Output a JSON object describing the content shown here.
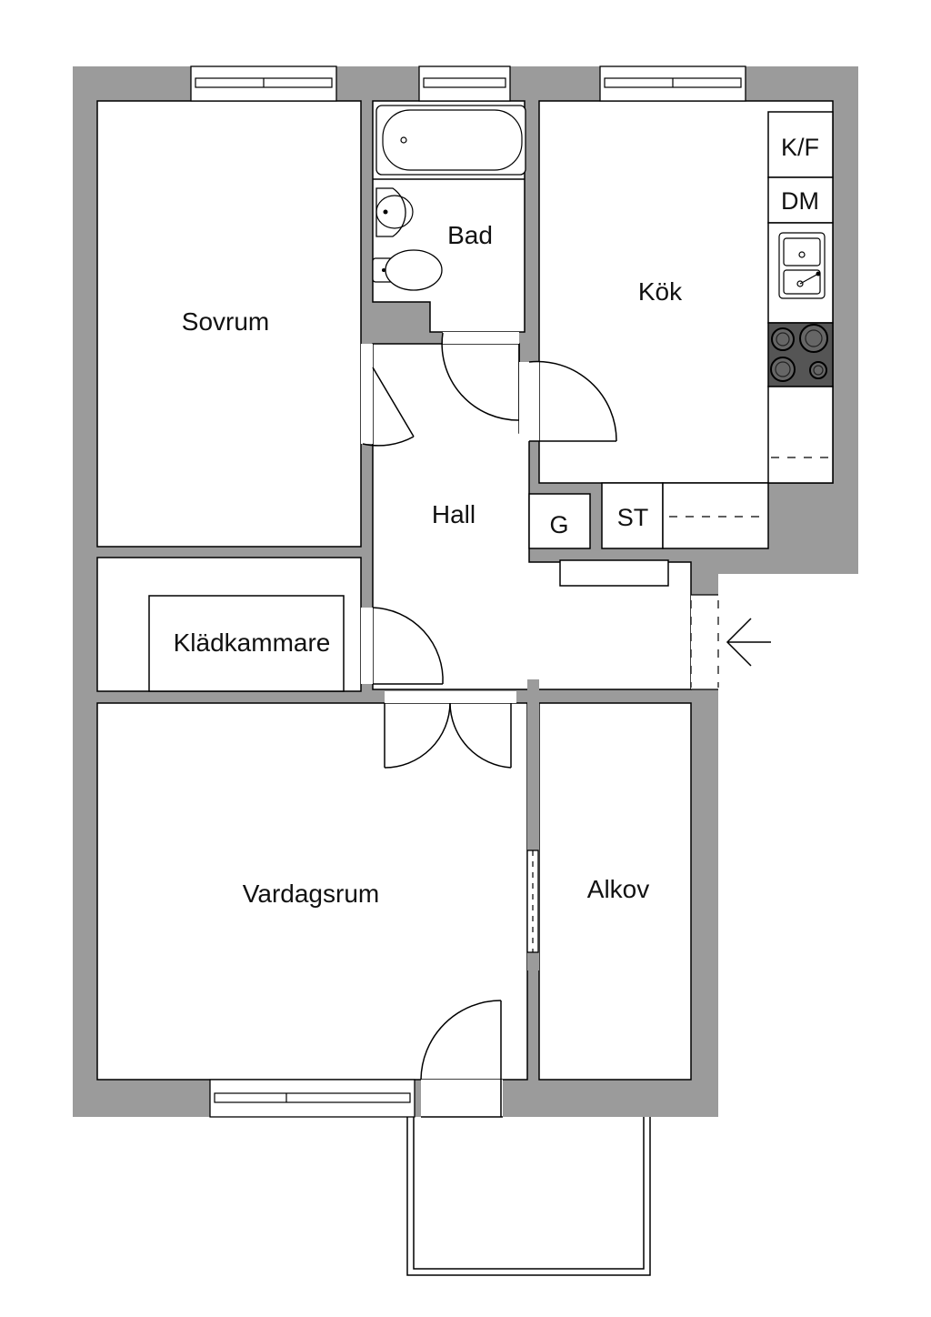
{
  "rooms": {
    "sovrum": "Sovrum",
    "bad": "Bad",
    "kok": "Kök",
    "hall": "Hall",
    "kladkammare": "Klädkammare",
    "vardagsrum": "Vardagsrum",
    "alkov": "Alkov"
  },
  "appliances": {
    "fridge_freezer": "K/F",
    "dishwasher": "DM",
    "storage": "ST",
    "wardrobe": "G"
  },
  "colors": {
    "wall": "#9b9b9b",
    "line": "#000000",
    "background": "#ffffff",
    "stove": "#555555"
  },
  "icons": [
    "entrance-arrow-icon",
    "bathtub-icon",
    "washbasin-icon",
    "toilet-icon",
    "sink-icon",
    "stove-icon"
  ]
}
